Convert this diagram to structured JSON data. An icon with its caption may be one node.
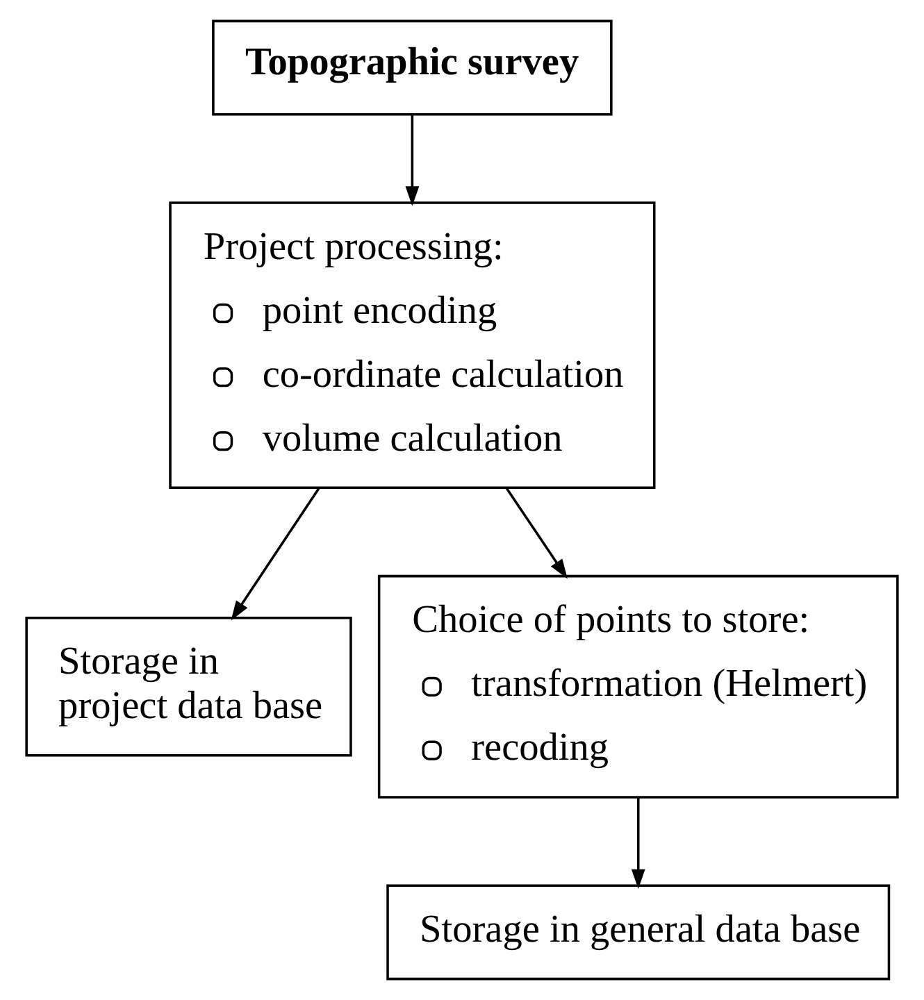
{
  "diagram": {
    "nodes": [
      {
        "text": [
          "Topographic survey"
        ]
      },
      {
        "text": [
          "Project processing:",
          "point encoding",
          "co-ordinate calculation",
          "volume calculation"
        ]
      },
      {
        "text": [
          "Storage in project data base"
        ]
      },
      {
        "text": [
          "Choice of points to store:",
          "transformation (Helmert)",
          "recoding"
        ]
      },
      {
        "text": [
          "Storage in general data base"
        ]
      }
    ],
    "edges": [
      {
        "from": 0,
        "to": 1,
        "arrow": "to"
      },
      {
        "from": 1,
        "to": 2,
        "arrow": "to"
      },
      {
        "from": 1,
        "to": 3,
        "arrow": "to"
      },
      {
        "from": 3,
        "to": 4,
        "arrow": "to"
      }
    ]
  }
}
